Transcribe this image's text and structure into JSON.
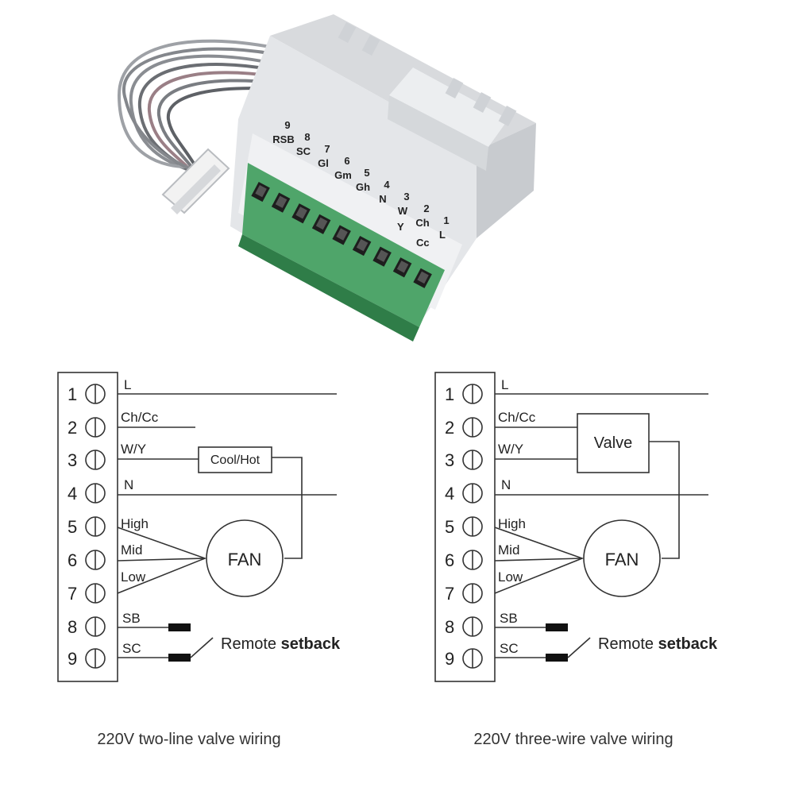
{
  "module": {
    "terminal_numbers": [
      "9",
      "8",
      "7",
      "6",
      "5",
      "4",
      "3",
      "2",
      "1"
    ],
    "terminal_labels": [
      "RSB",
      "SC",
      "Gl",
      "Gm",
      "Gh",
      "N",
      "W",
      "Ch",
      "L"
    ],
    "terminal_sublabels": {
      "w": "Y",
      "ch": "Cc"
    }
  },
  "left_diagram": {
    "terminal_numbers": [
      "1",
      "2",
      "3",
      "4",
      "5",
      "6",
      "7",
      "8",
      "9"
    ],
    "wire_labels": {
      "L": "L",
      "ChCc": "Ch/Cc",
      "WY": "W/Y",
      "N": "N",
      "High": "High",
      "Mid": "Mid",
      "Low": "Low",
      "SB": "SB",
      "SC": "SC"
    },
    "valve_box": "Cool/Hot",
    "fan": "FAN",
    "remote_prefix": "Remote ",
    "remote_bold": "setback",
    "caption": "220V two-line valve wiring"
  },
  "right_diagram": {
    "terminal_numbers": [
      "1",
      "2",
      "3",
      "4",
      "5",
      "6",
      "7",
      "8",
      "9"
    ],
    "wire_labels": {
      "L": "L",
      "ChCc": "Ch/Cc",
      "WY": "W/Y",
      "N": "N",
      "High": "High",
      "Mid": "Mid",
      "Low": "Low",
      "SB": "SB",
      "SC": "SC"
    },
    "valve_box": "Valve",
    "fan": "FAN",
    "remote_prefix": "Remote ",
    "remote_bold": "setback",
    "caption": "220V three-wire valve wiring"
  },
  "colors": {
    "housing": "#dfe1e4",
    "housing_shade": "#c9ccd1",
    "terminal_green": "#4fa56a",
    "terminal_green_dark": "#2f7d48",
    "ink": "#333333"
  }
}
